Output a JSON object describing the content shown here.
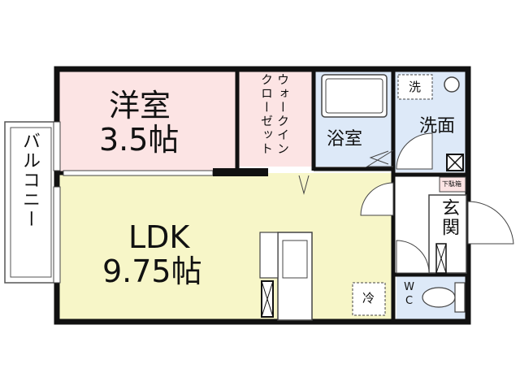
{
  "rooms": {
    "western_room": {
      "name": "洋室",
      "size": "3.5帖",
      "color": "#fce4e4"
    },
    "ldk": {
      "name": "LDK",
      "size": "9.75帖",
      "color": "#f7f6c8"
    },
    "walk_in_closet": {
      "line1": "ウォークイン",
      "line2": "クローゼット",
      "color": "#fce4e4"
    },
    "bathroom": {
      "name": "浴室",
      "color": "#dde9f8"
    },
    "washroom": {
      "name": "洗面",
      "color": "#dde9f8"
    },
    "entrance": {
      "name": "玄関"
    },
    "toilet": {
      "name": "WC",
      "color": "#dde9f8"
    },
    "balcony": {
      "name": "バルコニー"
    }
  },
  "fixtures": {
    "washer": "洗",
    "fridge": "冷",
    "shoe_box": "下駄箱"
  }
}
